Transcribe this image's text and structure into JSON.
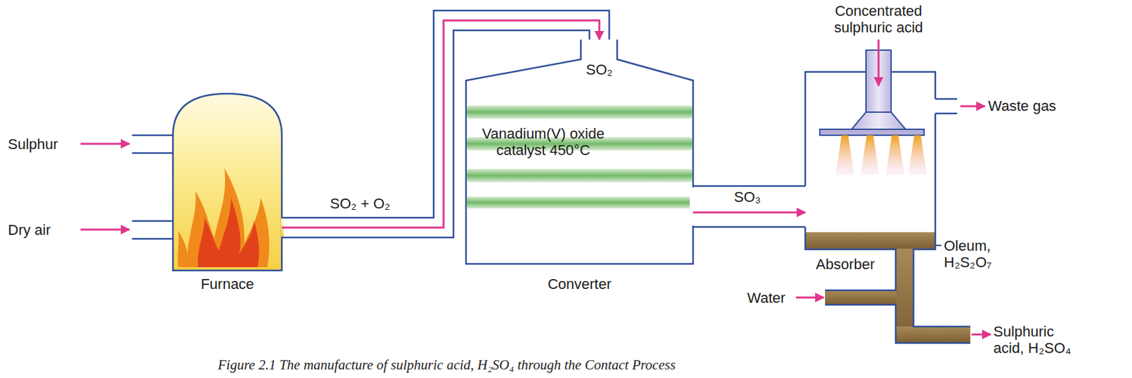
{
  "diagram": {
    "caption": "Figure 2.1 The manufacture of sulphuric acid, H₂SO₄ through the Contact Process",
    "nodes": [
      {
        "text": [
          "Furnace"
        ]
      },
      {
        "text": [
          "Converter"
        ]
      },
      {
        "text": [
          "Vanadium(V) oxide catalyst 450°C"
        ],
        "in": 1
      },
      {
        "text": [
          "Absorber"
        ]
      }
    ],
    "edges": [
      {
        "from": 0,
        "to": 1,
        "arrow": "to",
        "label": "SO₂ + O₂"
      },
      {
        "from": 1,
        "to": 3,
        "arrow": "to",
        "label": "SO₃"
      }
    ],
    "labels": [
      "Sulphur",
      "Dry air",
      "SO₂",
      "Concentrated sulphuric acid",
      "Waste gas",
      "Oleum, H₂S₂O₇",
      "Water",
      "Sulphuric acid, H₂SO₄"
    ]
  }
}
